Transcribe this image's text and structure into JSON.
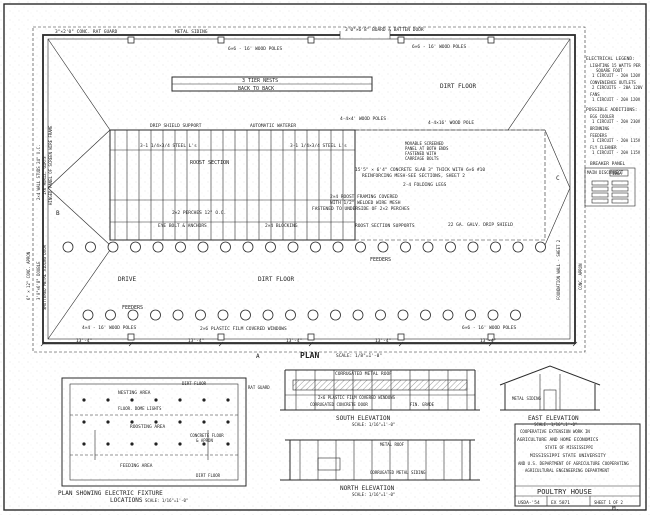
{
  "plan": {
    "title": "PLAN",
    "scale": "SCALE: 1/8\"=1'-0\"",
    "notes": {
      "wall_top_left": "3\"×2'0\" CONC. RAT GUARD",
      "metal_siding": "METAL SIDING",
      "batten_door": "3'0\"×6'8\" BOARD & BATTEN DOOR",
      "poles_top_left": "6×6 - 16' WOOD POLES",
      "poles_top_right": "6×6 - 16' WOOD POLES",
      "nests": "3 TIER NESTS",
      "nests_sub": "BACK TO BACK",
      "dirt_floor_top": "DIRT FLOOR",
      "drip_shield": "DRIP SHIELD SUPPORT",
      "waterer": "AUTOMATIC WATERER",
      "poles_4x4": "4-4×4' WOOD POLES",
      "poles_4x4_right": "4-4×16' WOOD POLE",
      "stl_l_left": "3-1 1/4×3/4 STEEL L's",
      "stl_l_right": "3-1 1/4×3/4 STEEL L's",
      "roost_section": "ROOST SECTION",
      "movable_1": "MOVABLE SCREENED",
      "movable_2": "PANEL AT BOTH ENDS",
      "movable_3": "FASTENED WITH",
      "movable_4": "CARRIAGE BOLTS",
      "slab_1": "15'5\" × 6'4\" CONCRETE SLAB 3\" THICK WITH 6×6 #10",
      "slab_2": "REINFORCING MESH-SEE SECTIONS, SHEET 2",
      "folding_legs": "2-4 FOLDING LEGS",
      "perches": "2×2 PERCHES 12\" O.C.",
      "framing_1": "2×4 ROOST FRAMING COVERED",
      "framing_2": "WITH 1/2\" WELDED WIRE MESH",
      "framing_3": "FASTENED TO UNDERSIDE OF 2×2 PERCHES",
      "eye_bolts": "EYE BOLT & ANCHORS",
      "blocking": "2×4 BLOCKING",
      "roost_supports": "ROOST SECTION SUPPORTS",
      "galv_drip": "22 GA. GALV. DRIP SHIELD",
      "feeders_top": "FEEDERS",
      "drive": "DRIVE",
      "dirt_floor": "DIRT FLOOR",
      "feeders_bottom": "FEEDERS",
      "poles_bottom": "4×4 - 16' WOOD POLES",
      "windows": "2×6 PLASTIC FILM COVERED WINDOWS",
      "poles_bottom_right": "6×6 - 16' WOOD POLES",
      "conc_apron_left": "6\" × 12\" CONC. APRON",
      "conc_apron_right": "CONC. APRON",
      "foundation": "FOUNDATION WALL - SHEET 2",
      "left_wall_1": "2×4 WALL STUDS 24\" O.C.",
      "left_wall_2": "1×6 HORIZ. GIRTS",
      "left_wall_3": "HINGED PANEL OF SCREEN WIRE FRAME",
      "left_wall_4": "SHUTTERED METAL SIDING DOOR",
      "left_wall_5": "3'0\"×6'8\" DOUBLE",
      "dims": [
        "13'-4\"",
        "13'-4\"",
        "13'-4\"",
        "13'-4\"",
        "13'-4\""
      ],
      "section_a": "A",
      "section_b": "B",
      "section_c": "C"
    },
    "legend": {
      "title": "ELECTRICAL LEGEND:",
      "items": [
        "LIGHTING 15 WATTS PER",
        "SQUARE FOOT",
        "1 CIRCUIT - 20A 120V",
        "CONVENIENCE OUTLETS",
        "2 CIRCUITS - 20A 120V",
        "FANS",
        "1 CIRCUIT - 20A 120V"
      ],
      "possible_title": "POSSIBLE ADDITIONS:",
      "possible_items": [
        "EGG COOLER",
        "1 CIRCUIT - 20A 230V",
        "BRINNING",
        "FEEDERS",
        "1 CIRCUIT - 20A 115V",
        "FLY CLEANER",
        "1 CIRCUIT - 20A 115V"
      ],
      "panel_title": "BREAKER PANEL",
      "panel_label": "MAIN DISCONNECT",
      "panel_amp": "100A"
    }
  },
  "electric_plan": {
    "title": "PLAN SHOWING ELECTRIC FIXTURE",
    "title2": "LOCATIONS",
    "scale": "SCALE: 1/16\"=1'-0\"",
    "labels": {
      "nesting": "NESTING AREA",
      "dirt_floor_1": "DIRT FLOOR",
      "rat_guard": "RAT GUARD",
      "dome_lights": "FLUOR. DOME LIGHTS",
      "roosting": "ROOSTING AREA",
      "concrete_1": "CONCRETE FLOOR",
      "concrete_2": "& APRON",
      "feeding": "FEEDING AREA",
      "dirt_floor_2": "DIRT FLOOR"
    }
  },
  "south_elevation": {
    "title": "SOUTH ELEVATION",
    "scale": "SCALE: 1/16\"=1'-0\"",
    "roof": "CORRUGATED METAL ROOF",
    "windows": "2×6 PLASTIC FILM COVERED WINDOWS",
    "conc_grade": "CORRUGATED CONCRETE DOOR",
    "fin_grade": "FIN. GRADE"
  },
  "east_elevation": {
    "title": "EAST ELEVATION",
    "scale": "SCALE: 1/16\"=1'-0\"",
    "siding": "METAL SIDING"
  },
  "north_elevation": {
    "title": "NORTH ELEVATION",
    "scale": "SCALE: 1/16\"=1'-0\"",
    "metal_roof": "METAL ROOF",
    "siding": "CORRUGATED METAL SIDING"
  },
  "title_block": {
    "line1": "COOPERATIVE EXTENSION WORK IN",
    "line2": "AGRICULTURE AND HOME ECONOMICS",
    "line3": "STATE OF MISSISSIPPI",
    "line4": "MISSISSIPPI STATE UNIVERSITY",
    "line5": "AND U.S. DEPARTMENT OF AGRICULTURE COOPERATING",
    "line6": "AGRICULTURAL ENGINEERING DEPARTMENT",
    "drawing_title": "POULTRY HOUSE",
    "usda": "USDA-'54",
    "number": "EX 5871",
    "sheet": "SHEET 1 OF 2"
  },
  "corner_mark": "M."
}
